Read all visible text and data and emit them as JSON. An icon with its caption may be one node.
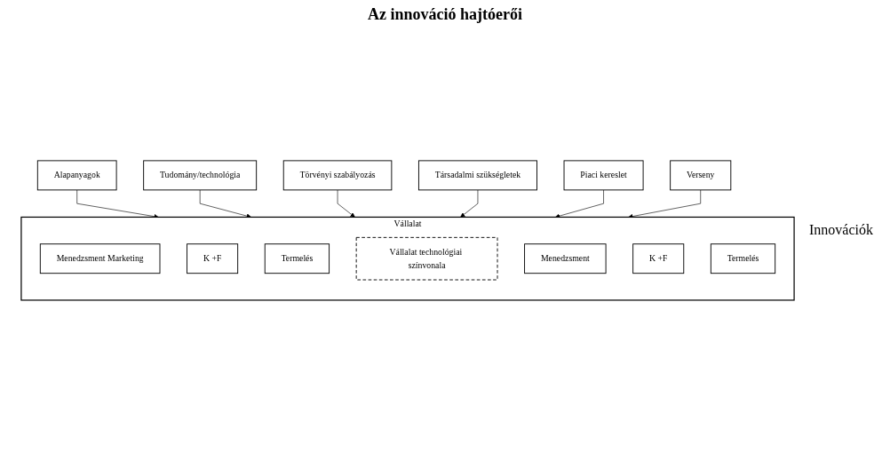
{
  "diagram": {
    "title": "Az innováció hajtóerői",
    "nodes": [
      {
        "text": [
          "Alapanyagok"
        ]
      },
      {
        "text": [
          "Tudomány/technológia"
        ]
      },
      {
        "text": [
          "Törvényi szabályozás"
        ]
      },
      {
        "text": [],
        "shape": "box",
        "beside": [
          "Vállalat"
        ]
      },
      {
        "text": [
          "Menedzsment Marketing"
        ],
        "in": 3
      },
      {
        "text": [
          "K +F"
        ],
        "in": 3
      },
      {
        "text": [
          "Termelés"
        ],
        "in": 3
      },
      {
        "text": [
          "Vállalat technológiai színvonala"
        ],
        "in": 3
      },
      {
        "text": [
          "Menedzsment"
        ],
        "in": 3
      },
      {
        "text": [
          "K +F"
        ],
        "in": 3
      },
      {
        "text": [
          "Termelés"
        ],
        "in": 3
      },
      {
        "text": [
          "Társadalmi szükségletek"
        ]
      },
      {
        "text": [
          "Piaci kereslet"
        ]
      },
      {
        "text": [
          "Verseny"
        ]
      }
    ],
    "edges": [
      {
        "from": 0,
        "to": 3,
        "arrow": "to"
      },
      {
        "from": 1,
        "to": 3,
        "arrow": "to"
      },
      {
        "from": 2,
        "to": 3,
        "arrow": "to"
      },
      {
        "from": 11,
        "to": 3,
        "arrow": "to"
      },
      {
        "from": 12,
        "to": 3,
        "arrow": "to"
      },
      {
        "from": 13,
        "to": 3,
        "arrow": "to"
      }
    ],
    "labels": [
      "Innovációk"
    ]
  }
}
